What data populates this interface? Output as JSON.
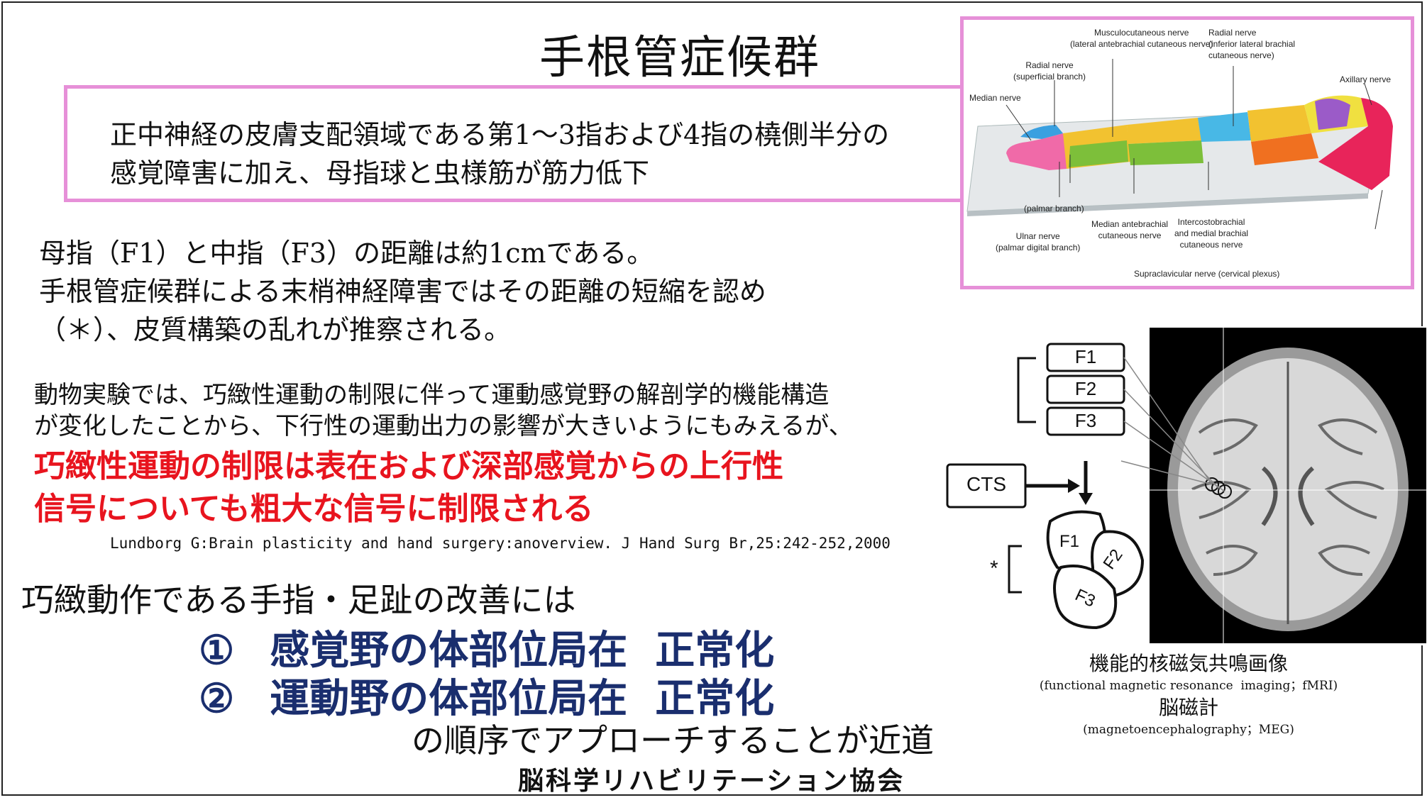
{
  "slide": {
    "title": "手根管症候群",
    "summary_lines": [
      "正中神経の皮膚支配領域である第1～3指および4指の橈側半分の",
      "感覚障害に加え、母指球と虫様筋が筋力低下"
    ],
    "distance_lines": [
      "母指（F1）と中指（F3）の距離は約1cmである。",
      "手根管症候群による末梢神経障害ではその距離の短縮を認め",
      "（＊）、皮質構築の乱れが推察される。"
    ],
    "animal_lines": [
      "動物実験では、巧緻性運動の制限に伴って運動感覚野の解剖学的機能構造",
      "が変化したことから、下行性の運動出力の影響が大きいようにもみえるが、"
    ],
    "red_lines": [
      "巧緻性運動の制限は表在および深部感覚からの上行性",
      "信号についても粗大な信号に制限される"
    ],
    "citation": "Lundborg G:Brain plasticity and hand surgery:anoverview. J Hand Surg Br,25:242-252,2000",
    "improve_lead": "巧緻動作である手指・足趾の改善には",
    "steps": [
      {
        "num": "①",
        "text": "感覚野の体部位局在  正常化"
      },
      {
        "num": "②",
        "text": "運動野の体部位局在  正常化"
      }
    ],
    "closing": "の順序でアプローチすることが近道",
    "footer": "脳科学リハビリテーション協会"
  },
  "arm_diagram": {
    "labels": {
      "musculo1": "Musculocutaneous nerve",
      "musculo2": "(lateral antebrachial cutaneous nerve)",
      "radial_inf1": "Radial nerve",
      "radial_inf2": "(inferior lateral brachial",
      "radial_inf3": "cutaneous nerve)",
      "radial_sup1": "Radial nerve",
      "radial_sup2": "(superficial branch)",
      "axillary": "Axillary nerve",
      "median": "Median nerve",
      "palmar": "(palmar branch)",
      "ulnar1": "Ulnar nerve",
      "ulnar2": "(palmar digital branch)",
      "median_ante1": "Median antebrachial",
      "median_ante2": "cutaneous nerve",
      "interco1": "Intercostobrachial",
      "interco2": "and medial brachial",
      "interco3": "cutaneous nerve",
      "supraclav": "Supraclavicular nerve (cervical plexus)"
    }
  },
  "fmri_figure": {
    "f1": "F1",
    "f2": "F2",
    "f3": "F3",
    "cts": "CTS",
    "asterisk": "*",
    "caption_ja1": "機能的核磁気共鳴画像",
    "caption_en1": "(functional magnetic resonance  imaging；fMRI)",
    "caption_ja2": "脳磁計",
    "caption_en2": "(magnetoencephalography；MEG)"
  },
  "colors": {
    "pink_border": "#e690d8",
    "red_text": "#e8141e",
    "navy_text": "#1a2e6e"
  }
}
